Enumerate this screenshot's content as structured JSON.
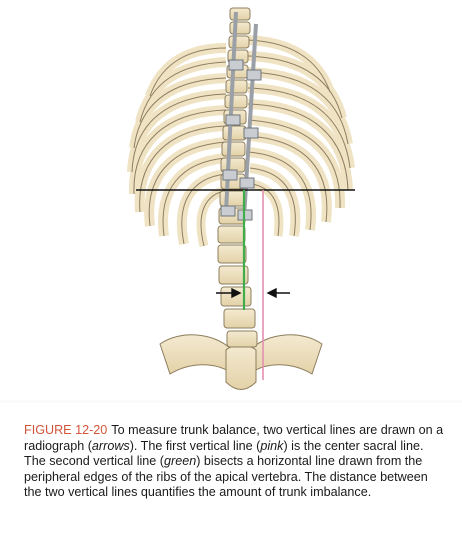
{
  "figure": {
    "label": "FIGURE 12-20",
    "colors": {
      "bone": "#efe3c3",
      "bone_outline": "#8d7e5e",
      "hardware": "#b9bec4",
      "pink_line": "#e58fb0",
      "green_line": "#3fae4a",
      "horizontal_line": "#111111",
      "label": "#d2553a"
    }
  },
  "caption": {
    "p1": "To measure trunk balance, two vertical lines are drawn on a radiograph (",
    "p1_em": "arrows",
    "p2": "). The first vertical line (",
    "p2_em": "pink",
    "p3": ") is the center sacral line. The second vertical line (",
    "p3_em": "green",
    "p4": ") bisects a horizontal line drawn from the peripheral edges of the ribs of the apical vertebra. The distance between the two vertical lines quantifies the amount of trunk imbalance."
  }
}
